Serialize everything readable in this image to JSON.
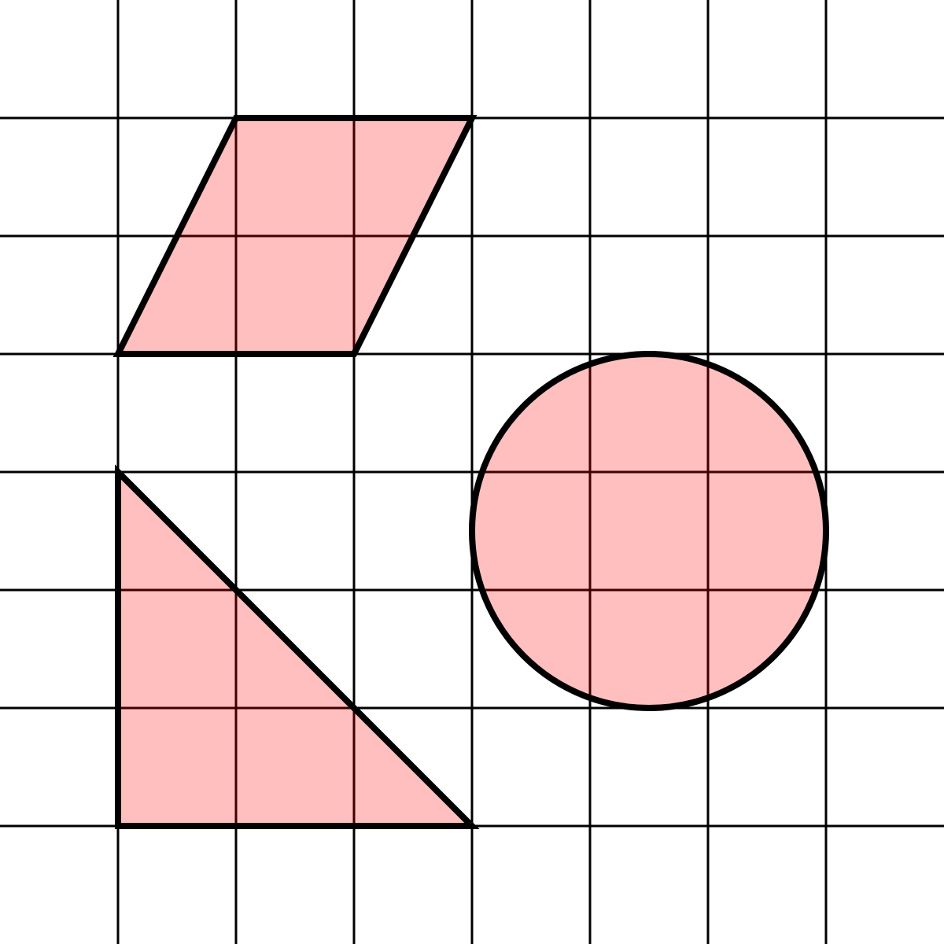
{
  "grid": {
    "columns": 8,
    "rows": 8,
    "line_color": "#000000"
  },
  "shapes": [
    {
      "kind": "parallelogram",
      "vertices": [
        [
          2,
          1
        ],
        [
          4,
          1
        ],
        [
          3,
          3
        ],
        [
          1,
          3
        ]
      ]
    },
    {
      "kind": "right-triangle",
      "vertices": [
        [
          1,
          4
        ],
        [
          4,
          7
        ],
        [
          1,
          7
        ]
      ]
    },
    {
      "kind": "circle",
      "center": [
        5.5,
        4.5
      ],
      "radius": 1.5
    }
  ],
  "style": {
    "fill": "#ff0000",
    "fill_opacity": 0.5,
    "outline": "#000000"
  }
}
